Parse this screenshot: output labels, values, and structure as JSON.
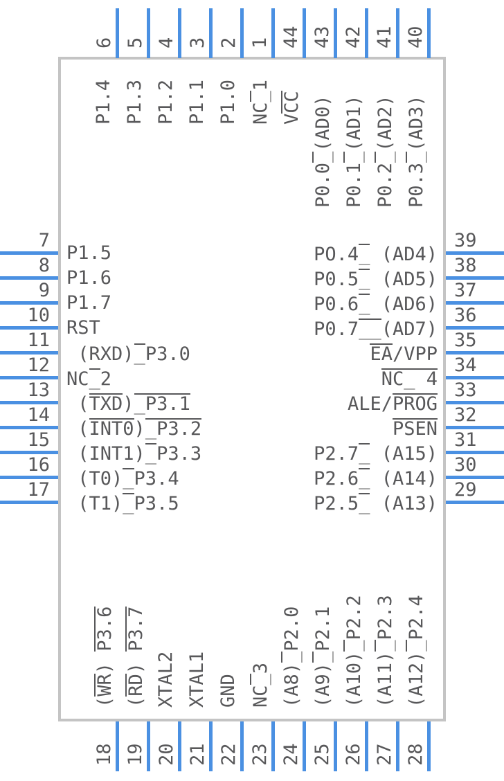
{
  "diagram": {
    "type": "ic-pinout",
    "package": "PLCC-44",
    "colors": {
      "pin": "#4a90e2",
      "body_outline": "#c4c4c4",
      "text": "#58585a",
      "background": "#ffffff"
    },
    "pin_count": 44
  },
  "top_pins": [
    {
      "number": "6",
      "label": "P1.4"
    },
    {
      "number": "5",
      "label": "P1.3"
    },
    {
      "number": "4",
      "label": "P1.2"
    },
    {
      "number": "3",
      "label": "P1.1"
    },
    {
      "number": "2",
      "label": "P1.0"
    },
    {
      "number": "1",
      "label": "NC_1"
    },
    {
      "number": "44",
      "label": "VCC"
    },
    {
      "number": "43",
      "label": "P0.0_(AD0)"
    },
    {
      "number": "42",
      "label": "P0.1_(AD1)"
    },
    {
      "number": "41",
      "label": "P0.2_(AD2)"
    },
    {
      "number": "40",
      "label": "P0.3_(AD3)"
    }
  ],
  "left_pins": [
    {
      "number": "7",
      "label": "P1.5"
    },
    {
      "number": "8",
      "label": "P1.6"
    },
    {
      "number": "9",
      "label": "P1.7"
    },
    {
      "number": "10",
      "label": "RST"
    },
    {
      "number": "11",
      "label": "(RXD)_P3.0"
    },
    {
      "number": "12",
      "label": "NC_2"
    },
    {
      "number": "13",
      "label": "(TXD)_P3.1"
    },
    {
      "number": "14",
      "label": "(INT0)_P3.2"
    },
    {
      "number": "15",
      "label": "(INT1)_P3.3"
    },
    {
      "number": "16",
      "label": "(T0)_P3.4"
    },
    {
      "number": "17",
      "label": "(T1)_P3.5"
    }
  ],
  "bottom_pins": [
    {
      "number": "18",
      "label": "(WR)_P3.6"
    },
    {
      "number": "19",
      "label": "(RD)_P3.7"
    },
    {
      "number": "20",
      "label": "XTAL2"
    },
    {
      "number": "21",
      "label": "XTAL1"
    },
    {
      "number": "22",
      "label": "GND"
    },
    {
      "number": "23",
      "label": "NC_3"
    },
    {
      "number": "24",
      "label": "(A8)_P2.0"
    },
    {
      "number": "25",
      "label": "(A9)_P2.1"
    },
    {
      "number": "26",
      "label": "(A10)_P2.2"
    },
    {
      "number": "27",
      "label": "(A11)_P2.3"
    },
    {
      "number": "28",
      "label": "(A12)_P2.4"
    }
  ],
  "right_pins": [
    {
      "number": "39",
      "label": "P0.4_(AD4)"
    },
    {
      "number": "38",
      "label": "P0.5_(AD5)"
    },
    {
      "number": "37",
      "label": "P0.6_(AD6)"
    },
    {
      "number": "36",
      "label": "P0.7_(AD7)"
    },
    {
      "number": "35",
      "label": "EA/VPP"
    },
    {
      "number": "34",
      "label": "NC_4"
    },
    {
      "number": "33",
      "label": "ALE/PROG"
    },
    {
      "number": "32",
      "label": "PSEN"
    },
    {
      "number": "31",
      "label": "P2.7_(A15)"
    },
    {
      "number": "30",
      "label": "P2.6_(A14)"
    },
    {
      "number": "29",
      "label": "P2.5_(A13)"
    }
  ]
}
